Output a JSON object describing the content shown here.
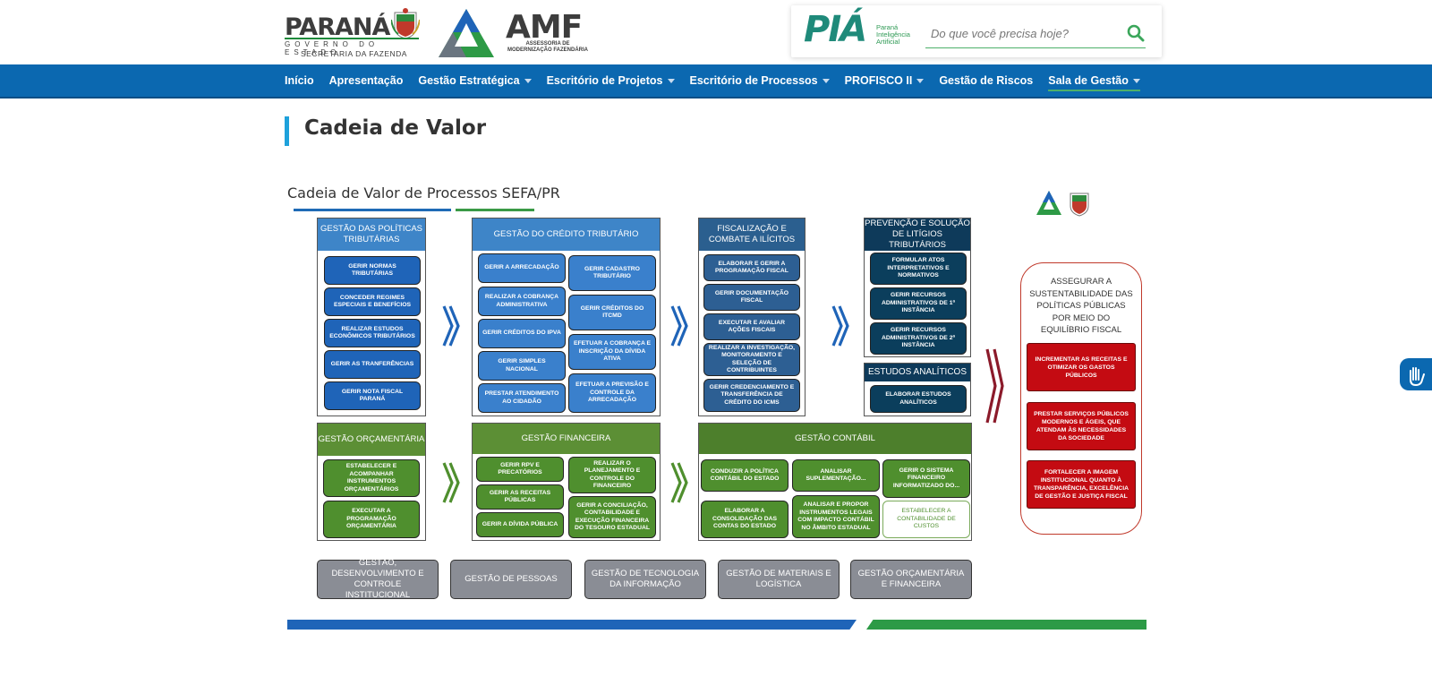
{
  "header": {
    "parana_logo": {
      "name": "PARANÁ",
      "line1": "GOVERNO DO ESTADO",
      "line2": "SECRETARIA DA FAZENDA"
    },
    "amf_logo": {
      "name": "AMF",
      "sub": "ASSESSORIA DE MODERNIZAÇÃO FAZENDÁRIA"
    },
    "pia_logo": {
      "name": "PIÁ",
      "sub": [
        "Paraná",
        "Inteligência",
        "Artificial"
      ]
    },
    "search": {
      "placeholder": "Do que você precisa hoje?",
      "icon": "search-icon"
    }
  },
  "nav": {
    "items": [
      {
        "label": "Início",
        "dropdown": false
      },
      {
        "label": "Apresentação",
        "dropdown": false
      },
      {
        "label": "Gestão Estratégica",
        "dropdown": true
      },
      {
        "label": "Escritório de Projetos",
        "dropdown": true
      },
      {
        "label": "Escritório de Processos",
        "dropdown": true
      },
      {
        "label": "PROFISCO II",
        "dropdown": true
      },
      {
        "label": "Gestão de Riscos",
        "dropdown": false
      },
      {
        "label": "Sala de Gestão",
        "dropdown": true
      }
    ]
  },
  "page": {
    "title": "Cadeia de Valor"
  },
  "diagram": {
    "title": "Cadeia de Valor de Processos SEFA/PR",
    "panels": {
      "politicas": {
        "title": "GESTÃO DAS POLÍTICAS TRIBUTÁRIAS",
        "items": [
          "GERIR NORMAS TRIBUTÁRIAS",
          "CONCEDER REGIMES ESPECIAIS E BENEFÍCIOS",
          "REALIZAR ESTUDOS ECONÔMICOS TRIBUTÁRIOS",
          "GERIR AS TRANFERÊNCIAS",
          "GERIR NOTA FISCAL PARANÁ"
        ]
      },
      "credito": {
        "title": "GESTÃO DO CRÉDITO TRIBUTÁRIO",
        "left": [
          "GERIR A ARRECADAÇÃO",
          "REALIZAR A COBRANÇA ADMINISTRATIVA",
          "GERIR CRÉDITOS DO IPVA",
          "GERIR SIMPLES NACIONAL",
          "PRESTAR ATENDIMENTO AO CIDADÃO"
        ],
        "right": [
          "GERIR CADASTRO TRIBUTÁRIO",
          "GERIR CRÉDITOS DO ITCMD",
          "EFETUAR A COBRANÇA E INSCRIÇÃO DA DÍVIDA ATIVA",
          "EFETUAR A PREVISÃO E CONTROLE DA ARRECADAÇÃO"
        ]
      },
      "fiscalizacao": {
        "title": "FISCALIZAÇÃO E COMBATE A ILÍCITOS",
        "items": [
          "ELABORAR E GERIR A PROGRAMAÇÃO FISCAL",
          "GERIR DOCUMENTAÇÃO FISCAL",
          "EXECUTAR E AVALIAR AÇÕES FISCAIS",
          "REALIZAR A INVESTIGAÇÃO, MONITORAMENTO E SELEÇÃO DE CONTRIBUINTES",
          "GERIR CREDENCIAMENTO E TRANSFERÊNCIA DE CRÉDITO DO ICMS"
        ]
      },
      "litigios": {
        "title": "PREVENÇÃO E SOLUÇÃO DE LITÍGIOS TRIBUTÁRIOS",
        "items": [
          "FORMULAR ATOS INTERPRETATIVOS E NORMATIVOS",
          "GERIR RECURSOS ADMINISTRATIVOS DE 1ª INSTÂNCIA",
          "GERIR RECURSOS ADMINISTRATIVOS DE 2ª INSTÂNCIA"
        ]
      },
      "estudos": {
        "title": "ESTUDOS ANALÍTICOS",
        "items": [
          "ELABORAR ESTUDOS ANALÍTICOS"
        ]
      },
      "orcamentaria": {
        "title": "GESTÃO ORÇAMENTÁRIA",
        "items": [
          "ESTABELECER E ACOMPANHAR INSTRUMENTOS ORÇAMENTÁRIOS",
          "EXECUTAR A PROGRAMAÇÃO ORÇAMENTÁRIA"
        ]
      },
      "financeira": {
        "title": "GESTÃO FINANCEIRA",
        "left": [
          "GERIR RPV E PRECATÓRIOS",
          "GERIR AS RECEITAS PÚBLICAS",
          "GERIR A DÍVIDA PÚBLICA"
        ],
        "right": [
          "REALIZAR O PLANEJAMENTO E CONTROLE DO FINANCEIRO",
          "GERIR A CONCILIAÇÃO, CONTABILIDADE E EXECUÇÃO FINANCEIRA DO TESOURO ESTADUAL"
        ]
      },
      "contabil": {
        "title": "GESTÃO CONTÁBIL",
        "items": [
          "CONDUZIR A POLÍTICA CONTÁBIL DO ESTADO",
          "ANALISAR SUPLEMENTAÇÃO...",
          "GERIR O SISTEMA FINANCEIRO INFORMATIZADO DO...",
          "ELABORAR A CONSOLIDAÇÃO DAS CONTAS DO ESTADO",
          "ANALISAR E PROPOR INSTRUMENTOS LEGAIS COM IMPACTO CONTÁBIL NO ÂMBITO ESTADUAL",
          "ESTABELECER A CONTABILIDADE DE CUSTOS"
        ]
      }
    },
    "results": {
      "title": "ASSEGURAR A SUSTENTABILIDADE DAS POLÍTICAS PÚBLICAS POR MEIO DO EQUILÍBRIO FISCAL",
      "items": [
        "INCREMENTAR AS RECEITAS E OTIMIZAR OS GASTOS PÚBLICOS",
        "PRESTAR SERVIÇOS PÚBLICOS MODERNOS E ÁGEIS, QUE ATENDAM ÀS NECESSIDADES DA SOCIEDADE",
        "FORTALECER A IMAGEM INSTITUCIONAL QUANTO À TRANSPARÊNCIA, EXCELÊNCIA DE GESTÃO E JUSTIÇA FISCAL"
      ]
    },
    "support": [
      "GESTÃO, DESENVOLVIMENTO E CONTROLE INSTITUCIONAL",
      "GESTÃO DE PESSOAS",
      "GESTÃO DE TECNOLOGIA DA INFORMAÇÃO",
      "GESTÃO DE MATERIAIS E LOGÍSTICA",
      "GESTÃO ORÇAMENTÁRIA E FINANCEIRA"
    ]
  },
  "colors": {
    "nav_bg": "#0b68b0",
    "accent_green": "#2d9a46",
    "accent_cyan": "#1ea1db",
    "result_red": "#c40b12"
  },
  "accessibility": {
    "icon": "hand-sign-icon"
  }
}
